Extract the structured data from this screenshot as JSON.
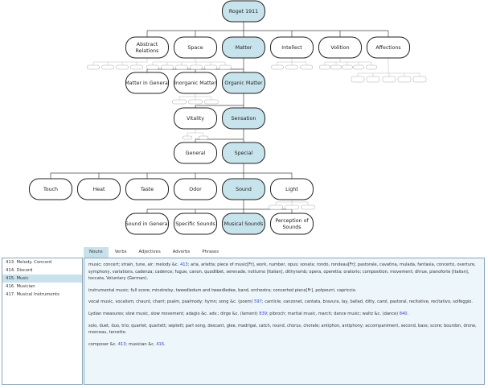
{
  "colors": {
    "highlight": "#c7e3ec",
    "node_border": "#222222",
    "link": "#3344cc",
    "content_bg": "#edf6fb"
  },
  "tree": {
    "root": "Roget 1911",
    "level1": [
      "Abstract\nRelations",
      "Space",
      "Matter",
      "Intellect",
      "Volition",
      "Affections"
    ],
    "matter_children": [
      "Matter in General",
      "Inorganic Matter",
      "Organic Matter"
    ],
    "organic_children": [
      "Vitality",
      "Sensation"
    ],
    "sensation_children": [
      "General",
      "Special"
    ],
    "special_children": [
      "Touch",
      "Heat",
      "Taste",
      "Odor",
      "Sound",
      "Light"
    ],
    "sound_children": [
      "Sound in General",
      "Specific Sounds",
      "Musical Sounds",
      "Perception of\nSounds"
    ],
    "selected_path": [
      "Roget 1911",
      "Matter",
      "Organic Matter",
      "Sensation",
      "Special",
      "Sound",
      "Musical Sounds"
    ]
  },
  "left_list": {
    "items": [
      "413. Melody. Concord",
      "414. Discord",
      "415. Music",
      "416. Musician",
      "417. Musical Instruments"
    ],
    "selected_index": 2
  },
  "tabs": {
    "items": [
      "Nouns",
      "Verbs",
      "Adjectives",
      "Adverbs",
      "Phrases"
    ],
    "active_index": 0
  },
  "content": {
    "p1": {
      "a": "music; concert; strain, tune, air; melody &c. ",
      "link1": "413",
      "b": "; aria, arietta; piece of music[Fr], work, number, opus; sonata; rondo, rondeau[Fr]; pastorale, cavatina, mulada, fantasia, concerto, overture, symphony, variations, cadenza; cadence; fugue, canon, quodlibet, serenade, notturno [Italian], dithyramb; opera, operetta; oratorio; composition, movement; dhrue, pianoforte [Italian], toccata, Voluntary (German)."
    },
    "p2": "instrumental music; full score; minstrelsy, tweedledum and tweedledee, band, orchestra; concerted piece[Fr], potpourri, capriccio.",
    "p3": {
      "a": "vocal music, vocalism; chaunt, chant; psalm, psalmody; hymn; song &c. (poem) ",
      "link1": "597",
      "b": "; canticle, canzonet, cantata, bravura, lay, ballad, ditty, carol, pastoral, recitative, recitativo, solfeggio."
    },
    "p4": {
      "a": "Lydian measures; slow music, slow movement; adagio &c. adv.; dirge &c. (lament) ",
      "link1": "839",
      "b": "; pibroch; martial music, march; dance music; waltz &c. (dance) ",
      "link2": "840",
      "c": "."
    },
    "p5": "solo, duet, duo, trio; quartet, quartett; septett; part song, descant, glee, madrigal, catch, round, chorus, chorale; antiphon, antiphony; accompaniment, second, bass; score; bourdon, drone, morceau, tercetto.",
    "p6": {
      "a": "composer &c. ",
      "link1": "413",
      "b": "; musician &c. ",
      "link2": "416",
      "c": "."
    }
  }
}
